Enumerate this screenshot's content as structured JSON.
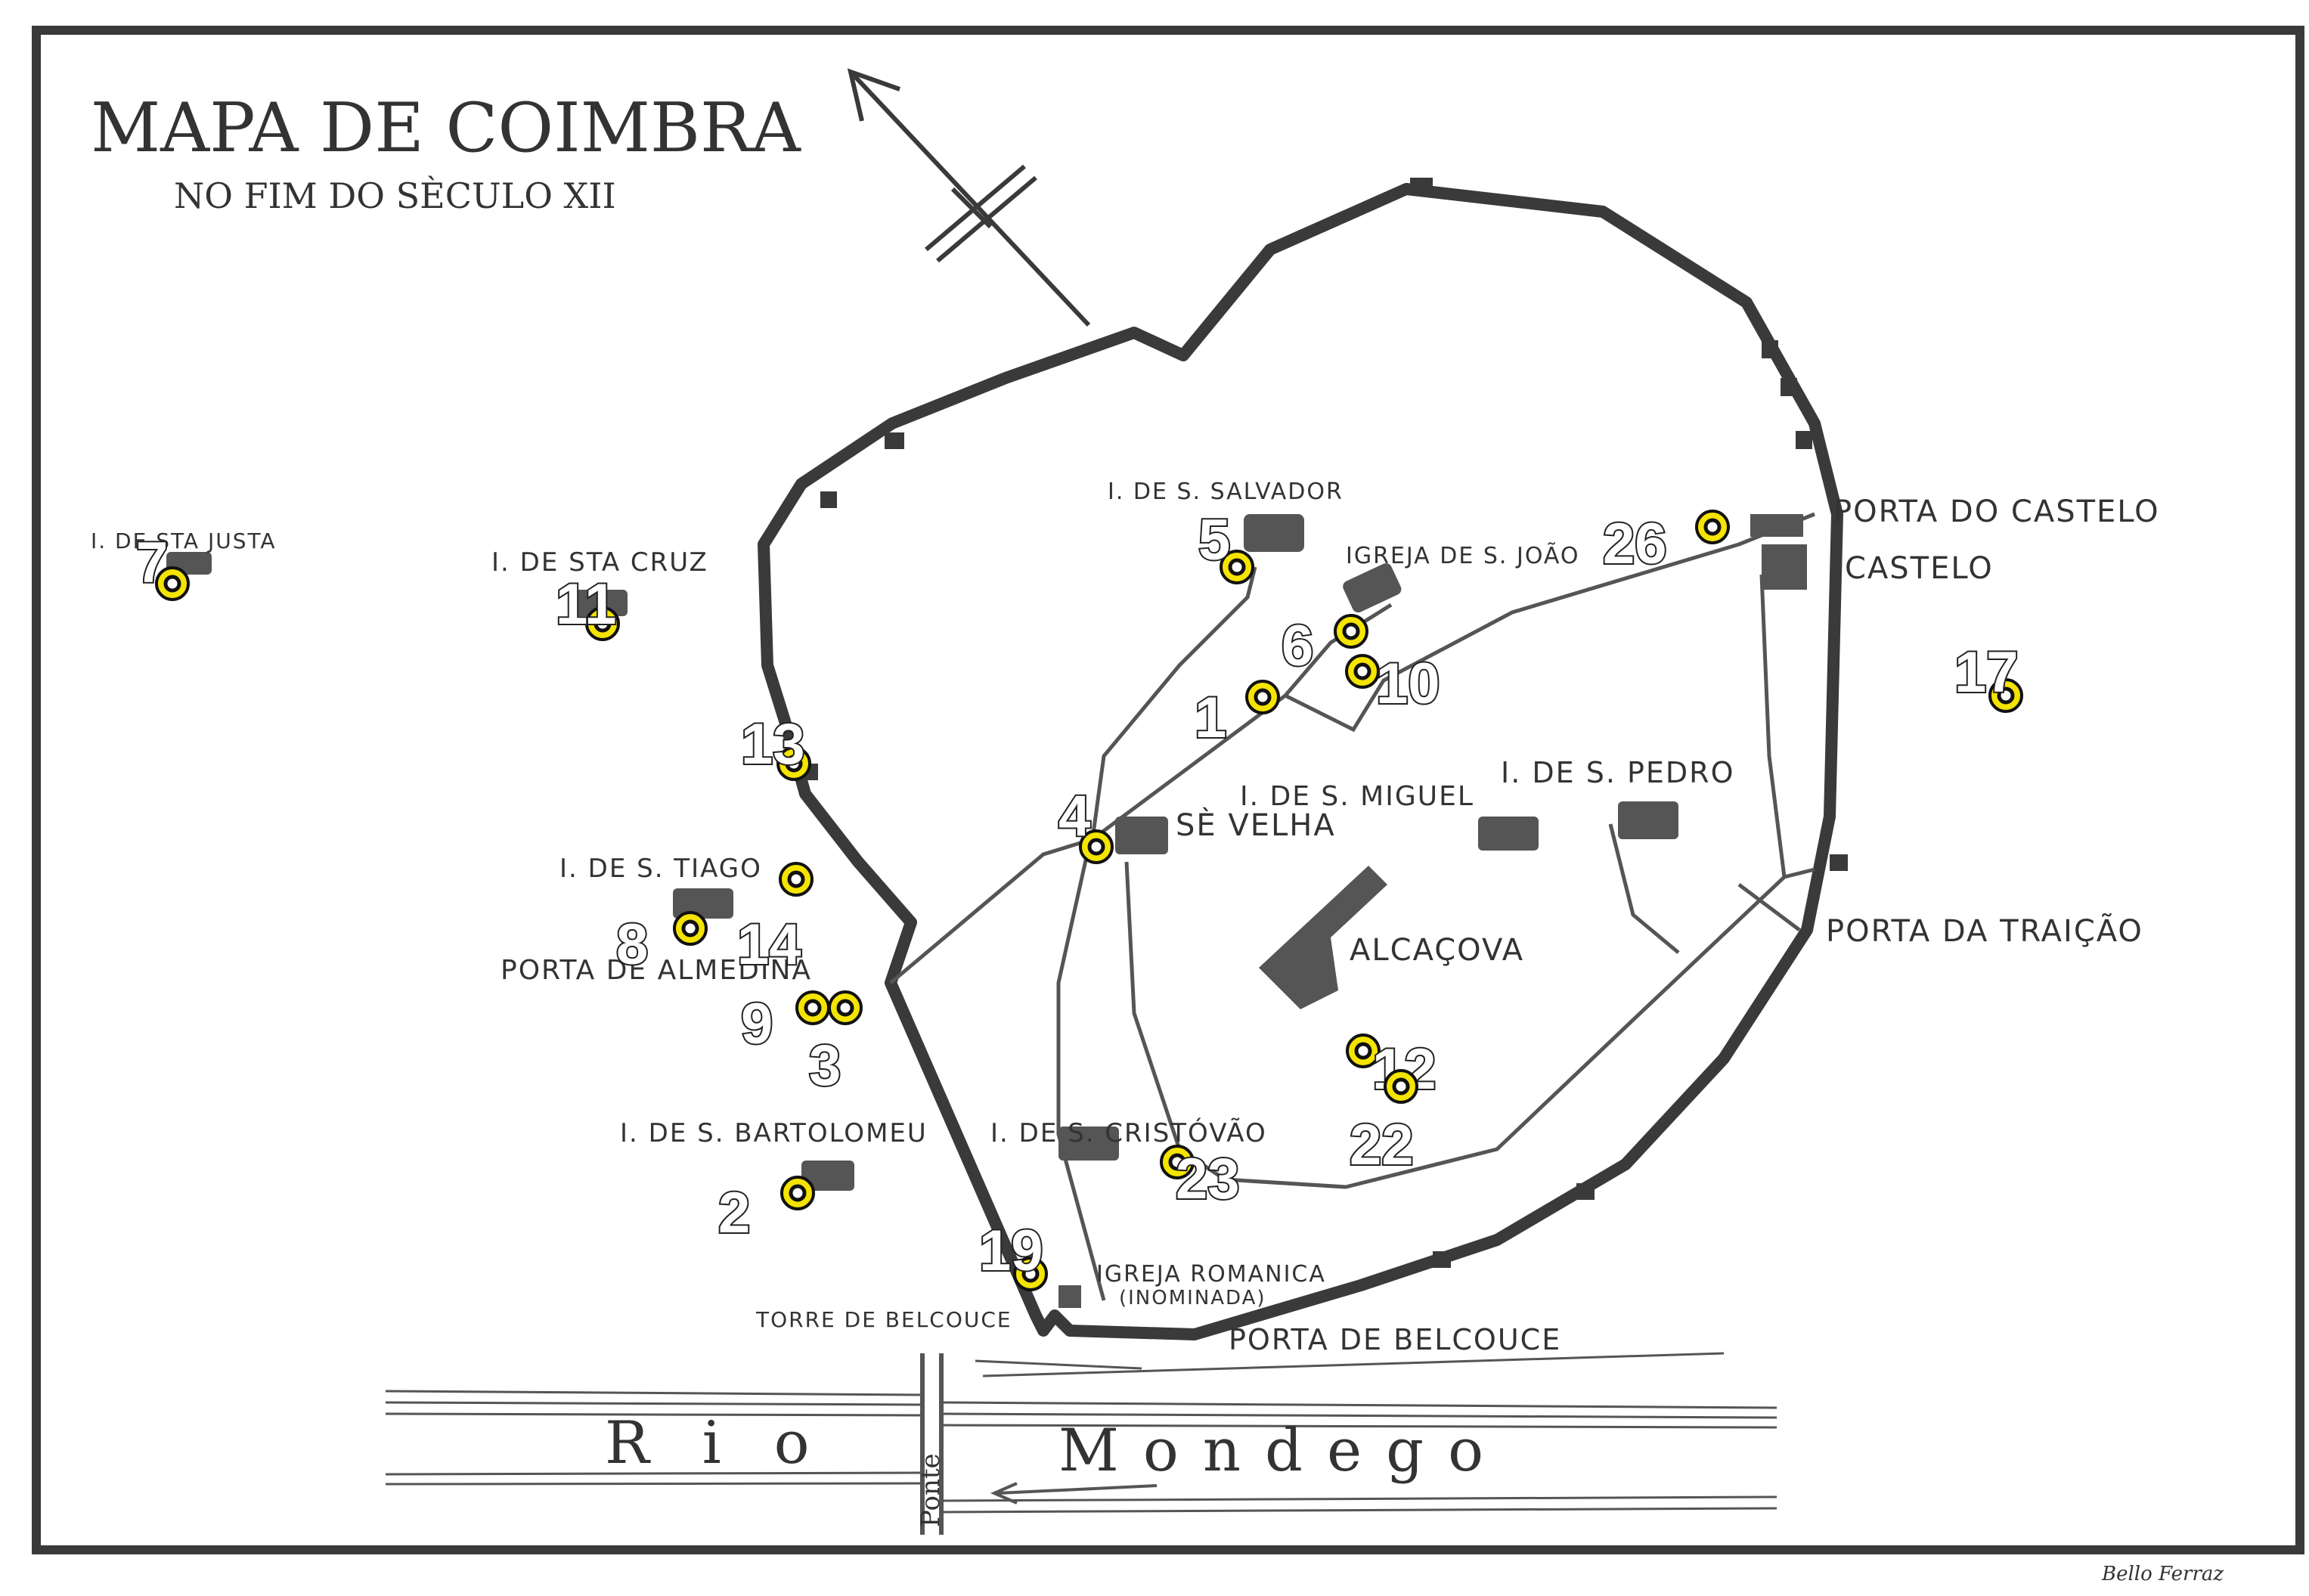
{
  "title": "MAPA DE COIMBRA",
  "subtitle": "NO FIM DO SÈCULO XII",
  "signature": "Bello Ferraz",
  "river": {
    "left": "Rio",
    "right": "Mondego",
    "bridge": "Ponte"
  },
  "labels": {
    "sta_justa": "I. DE STA JUSTA",
    "sta_cruz": "I. DE STA CRUZ",
    "s_salvador": "I. DE S. SALVADOR",
    "s_joao": "IGREJA DE S. JOÃO",
    "porta_castelo": "PORTA DO CASTELO",
    "castelo": "CASTELO",
    "s_miguel": "I. DE S. MIGUEL",
    "s_pedro": "I. DE S. PEDRO",
    "se_velha": "SÈ VELHA",
    "s_tiago": "I. DE S. TIAGO",
    "porta_almedina": "PORTA DE ALMEDINA",
    "alcacova": "ALCAÇOVA",
    "porta_traicao": "PORTA DA TRAIÇÃO",
    "s_bartolomeu": "I. DE S. BARTOLOMEU",
    "s_cristovao": "I. DE S. CRISTÓVÃO",
    "igreja_romanica": "IGREJA ROMANICA",
    "inominada": "(INOMINADA)",
    "torre_belcouce": "TORRE DE BELCOUCE",
    "porta_belcouce": "PORTA DE BELCOUCE"
  },
  "markers": [
    {
      "id": "1"
    },
    {
      "id": "2"
    },
    {
      "id": "3"
    },
    {
      "id": "4"
    },
    {
      "id": "5"
    },
    {
      "id": "6"
    },
    {
      "id": "7"
    },
    {
      "id": "8"
    },
    {
      "id": "9"
    },
    {
      "id": "10"
    },
    {
      "id": "11"
    },
    {
      "id": "12"
    },
    {
      "id": "13"
    },
    {
      "id": "14"
    },
    {
      "id": "17"
    },
    {
      "id": "19"
    },
    {
      "id": "22"
    },
    {
      "id": "23"
    },
    {
      "id": "26"
    }
  ],
  "colors": {
    "marker_fill": "#f4e400",
    "ink": "#3a3a3a",
    "building": "#555555"
  }
}
